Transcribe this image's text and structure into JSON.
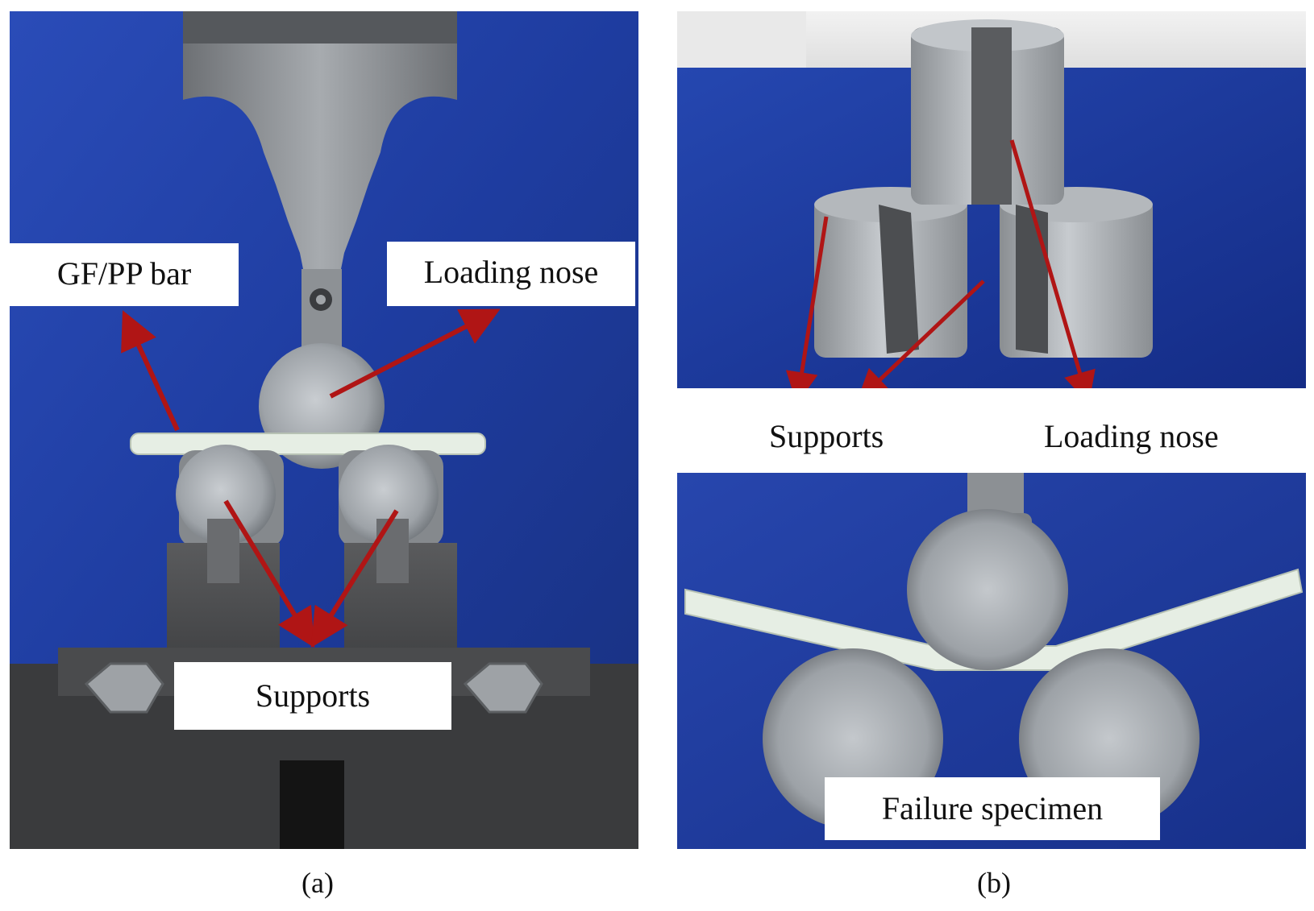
{
  "panel_a": {
    "labels": {
      "gfpp_bar": "GF/PP bar",
      "loading_nose": "Loading nose",
      "supports": "Supports"
    },
    "caption": "(a)"
  },
  "panel_b": {
    "top_labels": {
      "supports": "Supports",
      "loading_nose": "Loading nose"
    },
    "bottom_labels": {
      "failure_specimen": "Failure specimen"
    },
    "caption": "(b)"
  },
  "colors": {
    "background_blue": "#1f3fa3",
    "steel": "#9aa0a6",
    "dark_steel": "#4a4c4f",
    "specimen": "#e6eee4",
    "arrow_red": "#b01515"
  }
}
